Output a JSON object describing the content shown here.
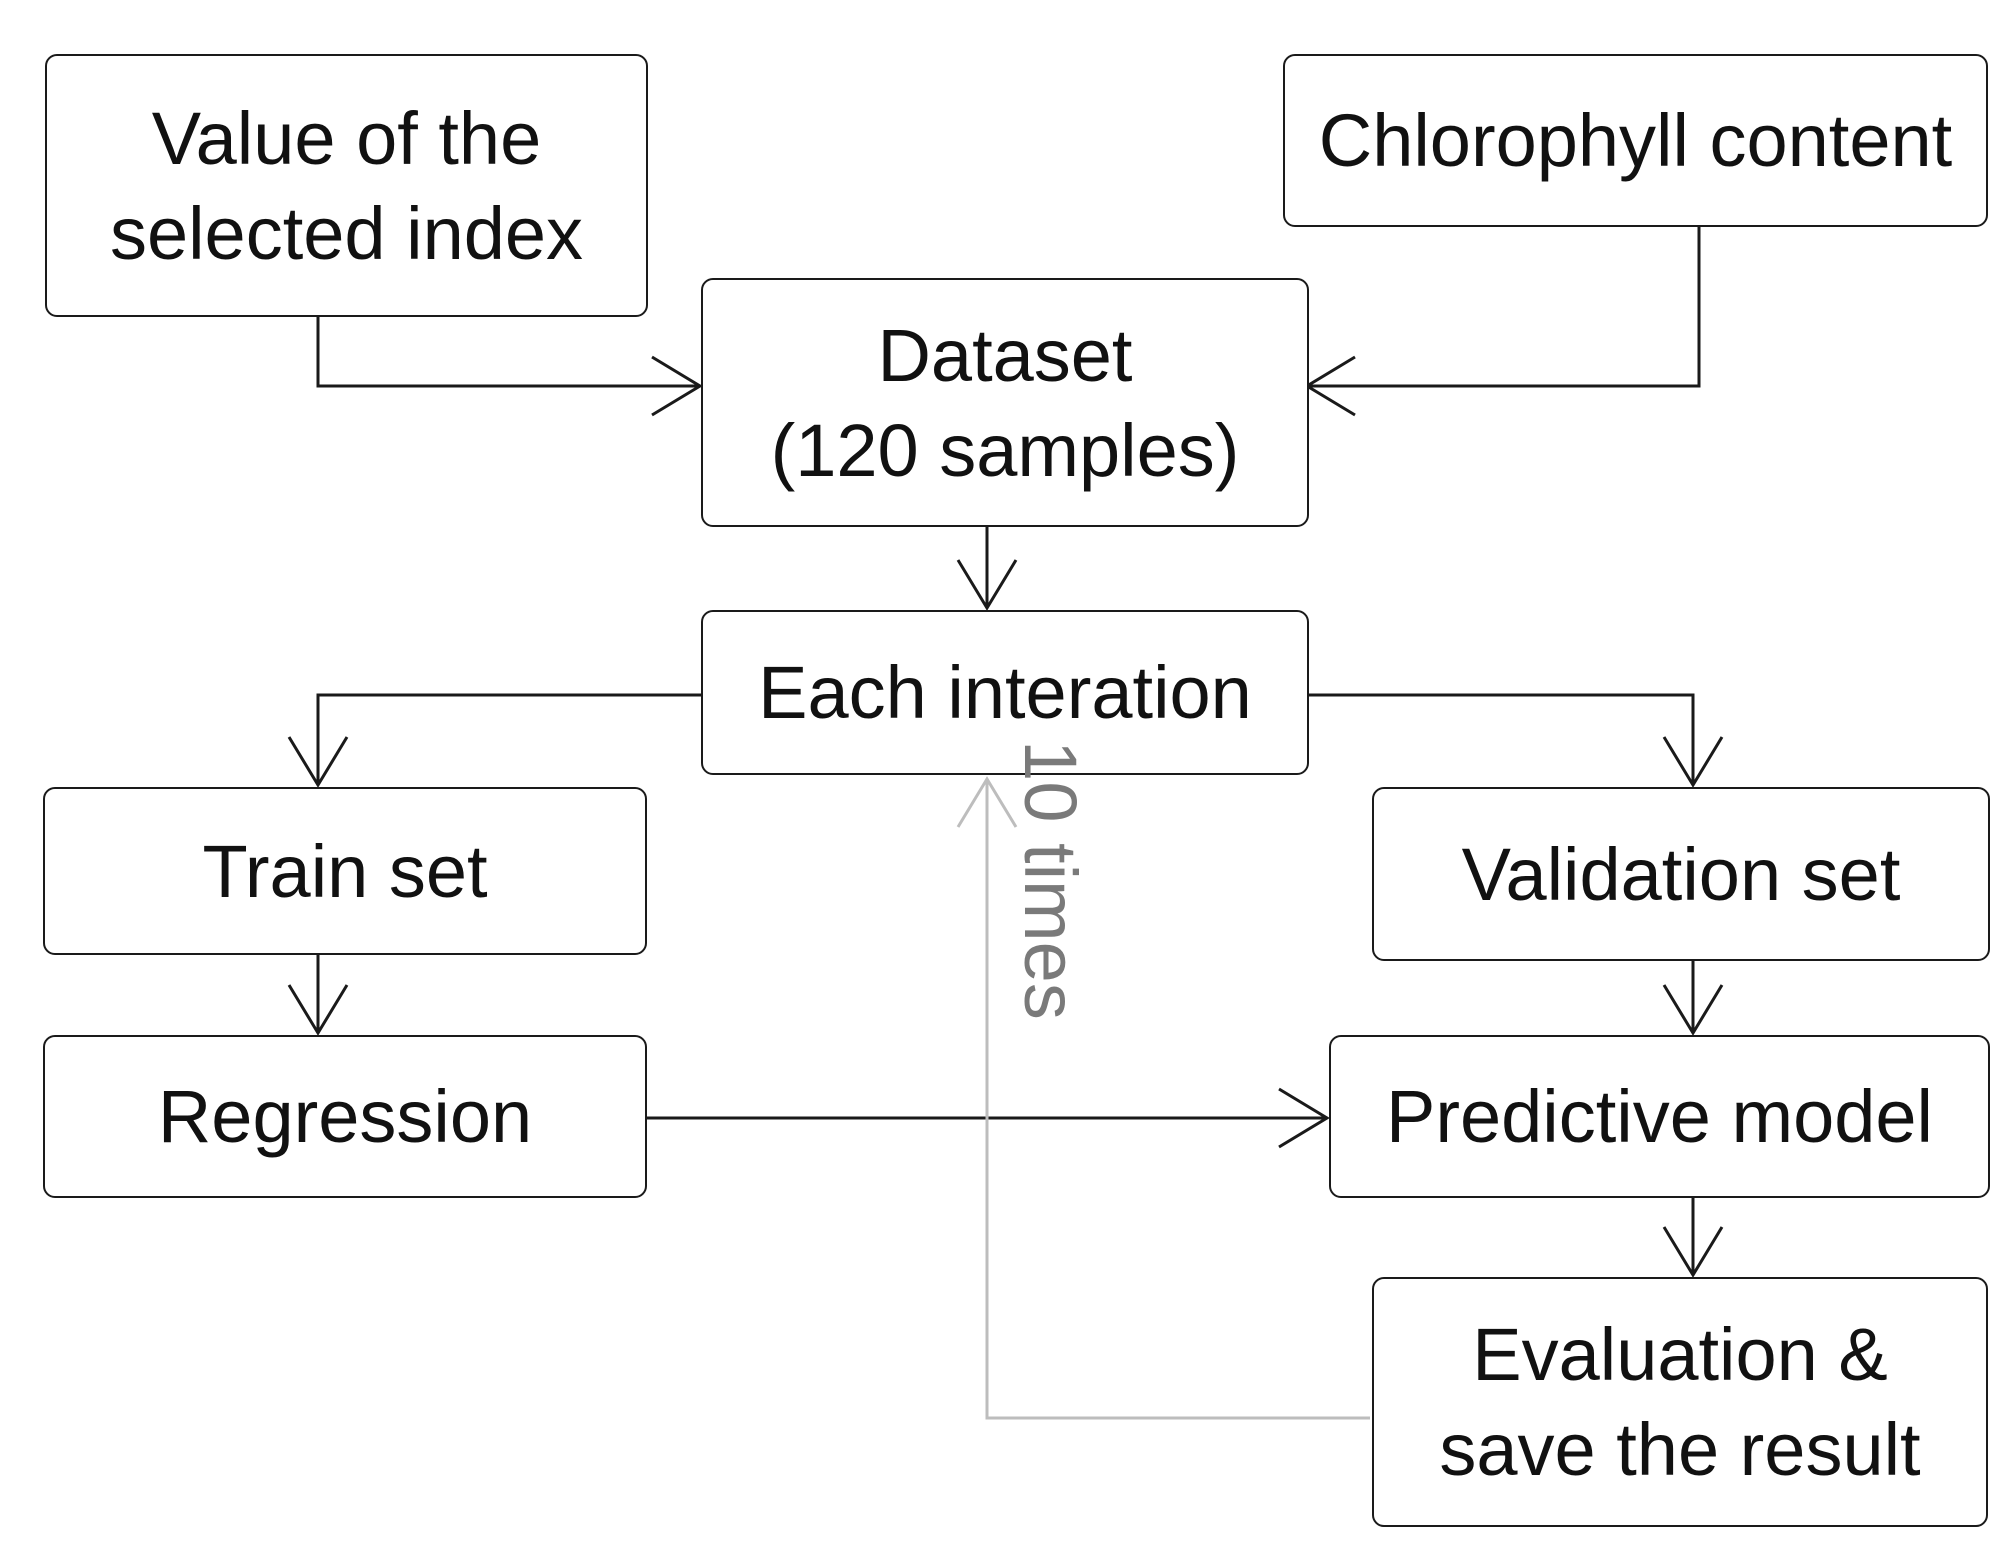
{
  "nodes": {
    "value_selected_index": "Value of the\nselected index",
    "chlorophyll_content": "Chlorophyll content",
    "dataset": "Dataset\n(120 samples)",
    "each_iteration": "Each interation",
    "train_set": "Train set",
    "validation_set": "Validation set",
    "regression": "Regression",
    "predictive_model": "Predictive model",
    "evaluation": "Evaluation &\nsave the result"
  },
  "loop_label": "10 times",
  "colors": {
    "stroke": "#1a1a1a",
    "loop_stroke": "#bdbdbd",
    "loop_text": "#7a7a7a"
  }
}
